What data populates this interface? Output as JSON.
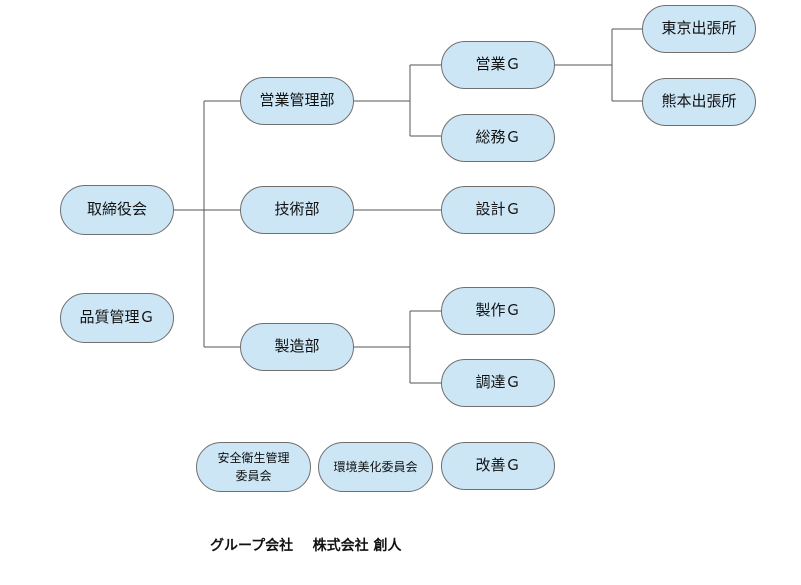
{
  "nodes": {
    "board": "取締役会",
    "quality": "品質管理Ｇ",
    "sales_mgmt": "営業管理部",
    "tech": "技術部",
    "manufacturing": "製造部",
    "sales_g": "営業Ｇ",
    "general_g": "総務Ｇ",
    "design_g": "設計Ｇ",
    "production_g": "製作Ｇ",
    "procurement_g": "調達Ｇ",
    "tokyo": "東京出張所",
    "kumamoto": "熊本出張所",
    "safety_committee_line1": "安全衛生管理",
    "safety_committee_line2": "委員会",
    "environment_committee": "環境美化委員会",
    "improvement_g": "改善Ｇ"
  },
  "footer": {
    "group_label": "グループ会社",
    "company": "株式会社 創人"
  },
  "colors": {
    "node_fill": "#cde6f6",
    "node_border": "#6f6f6f",
    "connector": "#555555"
  }
}
